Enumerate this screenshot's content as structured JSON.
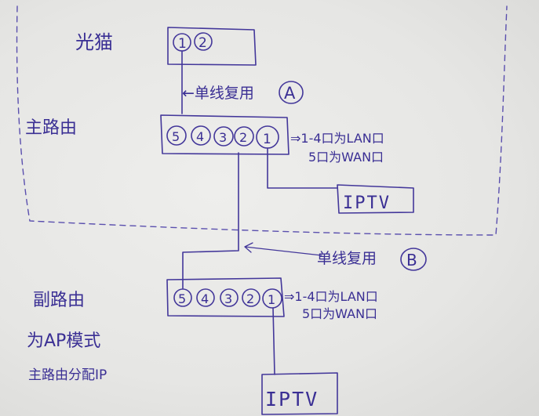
{
  "modem": {
    "label": "光猫",
    "ports": [
      "1",
      "2"
    ]
  },
  "link_a": {
    "label": "←单线复用",
    "marker": "A"
  },
  "main_router": {
    "label": "主路由",
    "ports": [
      "5",
      "4",
      "3",
      "2",
      "1"
    ],
    "note_line1": "⇒1-4口为LAN口",
    "note_line2": "5口为WAN口"
  },
  "iptv_top": {
    "label": "IPTV"
  },
  "link_b": {
    "label": "单线复用",
    "marker": "B"
  },
  "sub_router": {
    "label": "副路由",
    "ports": [
      "5",
      "4",
      "3",
      "2",
      "1"
    ],
    "note_line1": "⇒1-4口为LAN口",
    "note_line2": "5口为WAN口",
    "mode_line1": "为AP模式",
    "mode_line2": "主路由分配IP"
  },
  "iptv_bottom": {
    "label": "IPTV"
  },
  "colors": {
    "ink": "#43379a",
    "paper": "#e6e6e4"
  }
}
